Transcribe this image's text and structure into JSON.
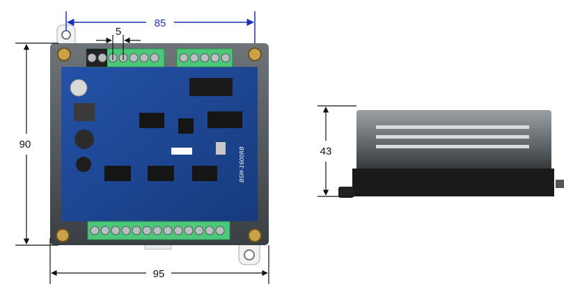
{
  "dimensions": {
    "width_top": {
      "value": "85",
      "color": "#1a2fb8"
    },
    "terminal_pitch": {
      "value": "5"
    },
    "height_left": {
      "value": "90"
    },
    "width_bottom": {
      "value": "95"
    },
    "side_height": {
      "value": "43"
    }
  },
  "board": {
    "model_label": "BSM-1600RB"
  },
  "colors": {
    "dimension_blue": "#1a2fb8",
    "board_blue": "#1d3f8f",
    "terminal_green": "#4cc87a",
    "case_black": "#1a1a1a"
  }
}
